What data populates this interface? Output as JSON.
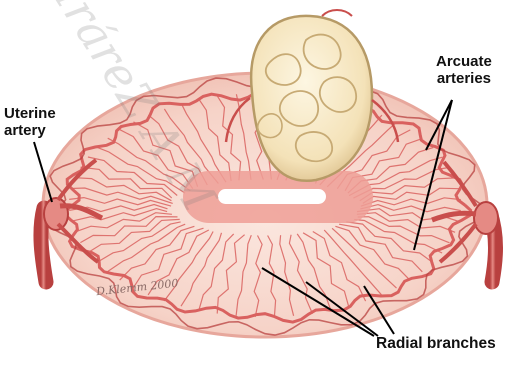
{
  "labels": {
    "uterine_artery": [
      "Uterine",
      "artery"
    ],
    "arcuate_arteries": [
      "Arcuate",
      "arteries"
    ],
    "radial_branches": "Radial branches"
  },
  "signature": "D.Klemm 2000",
  "watermark": "IráreZ A M",
  "colors": {
    "tissue": "#f6d6cc",
    "tissue_edge": "#e7a79c",
    "vessel": "#d9615f",
    "vessel_dark": "#b8403f",
    "fibroid": "#f5e8c2",
    "fibroid_edge": "#b69a66",
    "cavity_band": "#ef9f97",
    "label_text": "#111111"
  }
}
